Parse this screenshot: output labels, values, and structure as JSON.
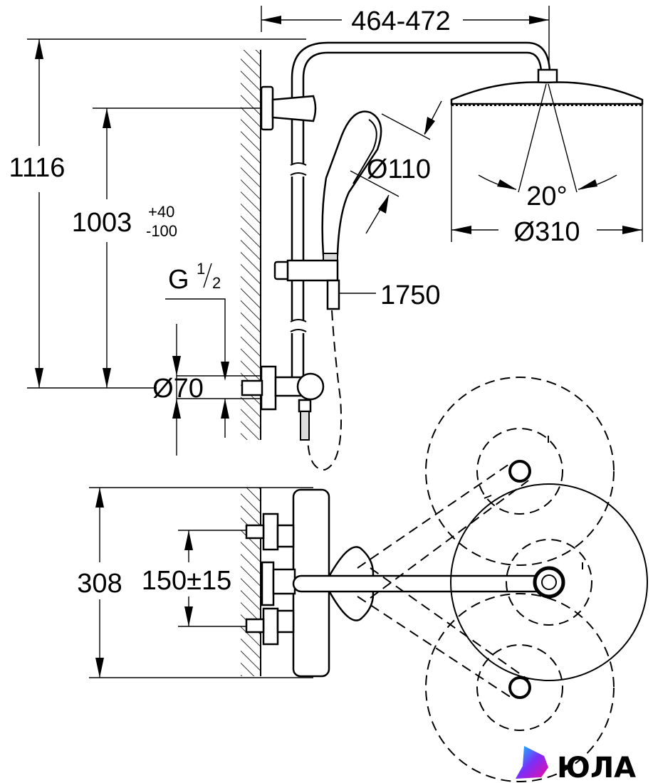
{
  "dimensions": {
    "arm_projection": "464-472",
    "total_height": "1116",
    "outlet_height": "1003",
    "outlet_tolerance_plus": "+40",
    "outlet_tolerance_minus": "-100",
    "connection_thread_letter": "G",
    "connection_thread_numerator": "1",
    "connection_thread_denominator": "2",
    "hand_shower_diameter": "Ø110",
    "head_shower_angle": "20°",
    "head_shower_diameter": "Ø310",
    "hose_length": "1750",
    "escutcheon_diameter": "Ø70",
    "top_view_depth": "308",
    "connection_spacing": "150±15"
  },
  "brand": {
    "name": "ЮЛА",
    "logo_colors": [
      "#7b2ff7",
      "#f107a3",
      "#00d4ff"
    ]
  }
}
